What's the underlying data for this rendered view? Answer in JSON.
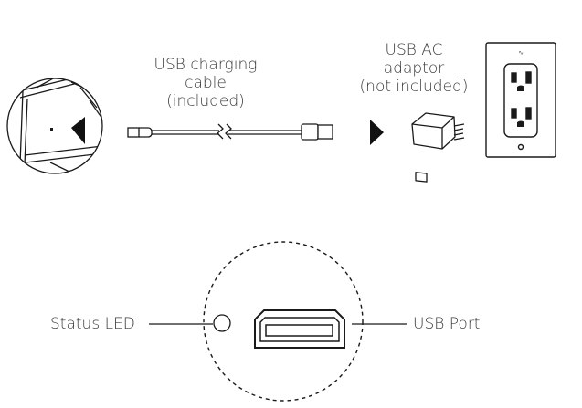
{
  "labels": {
    "cable": [
      "USB charging",
      "cable",
      "(included)"
    ],
    "adaptor": [
      "USB AC",
      "adaptor",
      "(not included)"
    ],
    "status_led": "Status LED",
    "usb_port": "USB Port"
  },
  "colors": {
    "line": "#1a1a1a",
    "text": "#3a3a3a",
    "background": "#ffffff"
  },
  "icons": [
    "device-corner-closeup-icon",
    "usb-cable-icon",
    "arrow-right-icon",
    "usb-ac-adaptor-icon",
    "wall-outlet-icon",
    "status-led-icon",
    "micro-usb-port-icon"
  ]
}
